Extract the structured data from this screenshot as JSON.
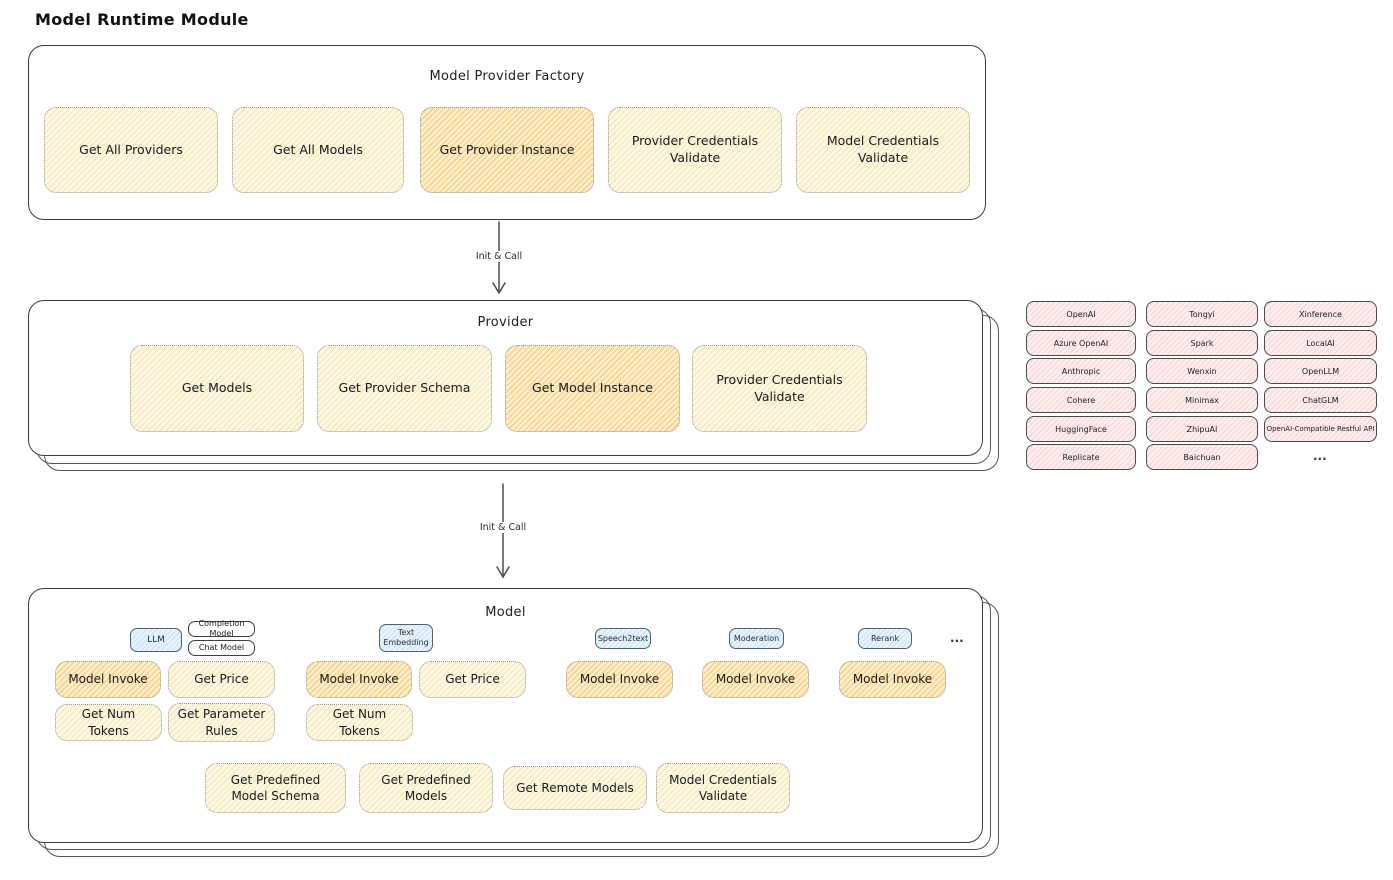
{
  "page": {
    "title": "Model Runtime Module"
  },
  "factory": {
    "title": "Model Provider Factory",
    "buttons": [
      {
        "label": "Get All Providers",
        "variant": "yellow"
      },
      {
        "label": "Get All Models",
        "variant": "yellow"
      },
      {
        "label": "Get Provider Instance",
        "variant": "orange"
      },
      {
        "label": "Provider Credentials Validate",
        "variant": "yellow"
      },
      {
        "label": "Model Credentials Validate",
        "variant": "yellow"
      }
    ]
  },
  "arrows": {
    "factory_to_provider": "Init & Call",
    "provider_to_model": "Init & Call"
  },
  "provider": {
    "title": "Provider",
    "buttons": [
      {
        "label": "Get Models",
        "variant": "yellow"
      },
      {
        "label": "Get Provider Schema",
        "variant": "yellow"
      },
      {
        "label": "Get Model Instance",
        "variant": "orange"
      },
      {
        "label": "Provider Credentials Validate",
        "variant": "yellow"
      }
    ]
  },
  "providers": {
    "col1": [
      "OpenAI",
      "Azure OpenAI",
      "Anthropic",
      "Cohere",
      "HuggingFace",
      "Replicate"
    ],
    "col2": [
      "Tongyi",
      "Spark",
      "Wenxin",
      "Minimax",
      "ZhipuAI",
      "Baichuan"
    ],
    "col3": [
      "Xinference",
      "LocalAI",
      "OpenLLM",
      "ChatGLM",
      "OpenAI-Compatible Restful API"
    ],
    "more": "..."
  },
  "model": {
    "title": "Model",
    "types": {
      "llm": "LLM",
      "completion": "Completion Model",
      "chat": "Chat Model",
      "embedding": "Text Embedding",
      "speech": "Speech2text",
      "moderation": "Moderation",
      "rerank": "Rerank",
      "more": "..."
    },
    "actions": {
      "llm": {
        "invoke": "Model Invoke",
        "price": "Get Price",
        "tokens": "Get Num Tokens",
        "rules": "Get Parameter Rules"
      },
      "embedding": {
        "invoke": "Model Invoke",
        "price": "Get Price",
        "tokens": "Get Num Tokens"
      },
      "speech": {
        "invoke": "Model Invoke"
      },
      "moderation": {
        "invoke": "Model Invoke"
      },
      "rerank": {
        "invoke": "Model Invoke"
      },
      "shared": [
        "Get Predefined Model Schema",
        "Get Predefined Models",
        "Get Remote Models",
        "Model Credentials Validate"
      ]
    }
  },
  "colors": {
    "yellow_fill": "#fdf8e6",
    "orange_fill": "#fcefcd",
    "pink_fill": "#fdefef",
    "blue_fill": "#eaf4fc",
    "stroke": "#3c3c3c"
  }
}
